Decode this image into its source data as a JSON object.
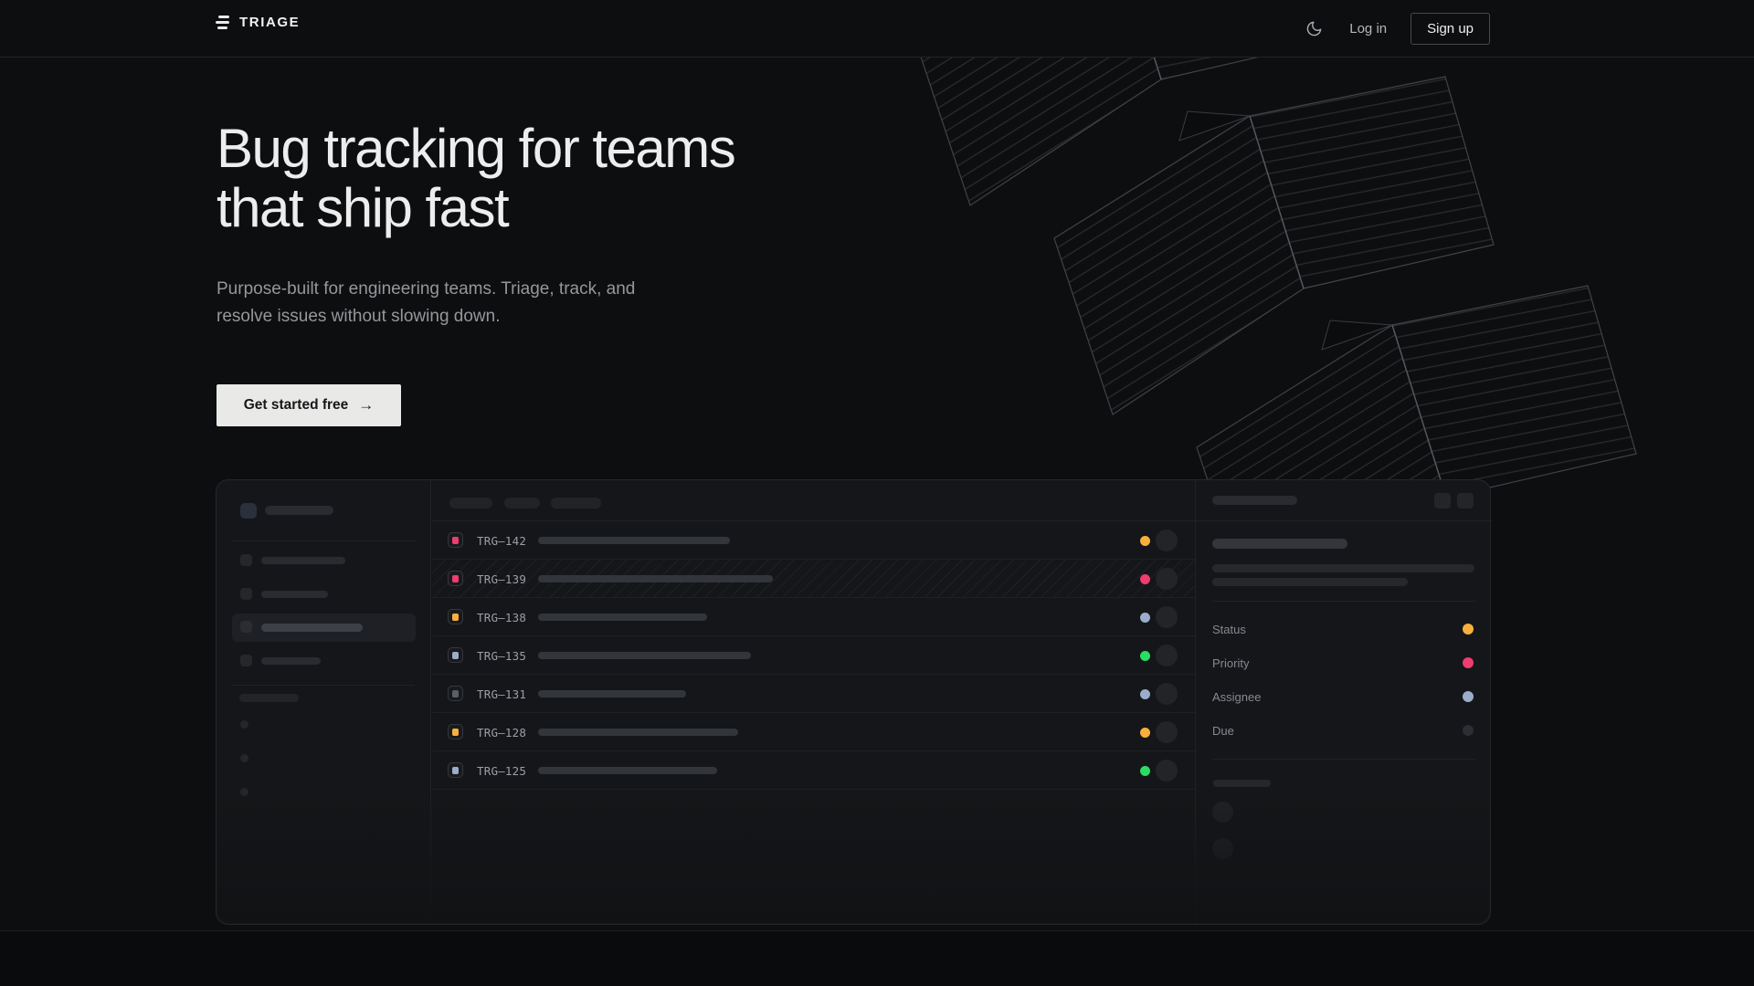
{
  "navbar": {
    "brand": "TRIAGE",
    "login_label": "Log in",
    "signup_label": "Sign up"
  },
  "hero": {
    "heading_line1": "Bug tracking for teams",
    "heading_line2": "that ship fast",
    "subtext_line1": "Purpose-built for engineering teams. Triage, track, and",
    "subtext_line2": "resolve issues without slowing down.",
    "cta_label": "Get started free",
    "cta_arrow": "→"
  },
  "mockup": {
    "issues": [
      {
        "id": "TRG–142",
        "icon_color": "#ee3d6e",
        "dot_color": "#f8b03c"
      },
      {
        "id": "TRG–139",
        "icon_color": "#ee3d6e",
        "dot_color": "#ee3d6e"
      },
      {
        "id": "TRG–138",
        "icon_color": "#f8b03c",
        "dot_color": "#9badcb"
      },
      {
        "id": "TRG–135",
        "icon_color": "#9badcb",
        "dot_color": "#29dd62"
      },
      {
        "id": "TRG–131",
        "icon_color": "#5c6066",
        "dot_color": "#9badcb"
      },
      {
        "id": "TRG–128",
        "icon_color": "#f8b03c",
        "dot_color": "#f8b03c"
      },
      {
        "id": "TRG–125",
        "icon_color": "#9badcb",
        "dot_color": "#29dd62"
      }
    ],
    "detail_fields": [
      {
        "label": "Status",
        "dot_color": "#f8b03c"
      },
      {
        "label": "Priority",
        "dot_color": "#ee3d6e"
      },
      {
        "label": "Assignee",
        "dot_color": "#9badcb"
      },
      {
        "label": "Due",
        "dot_color": "#2c2e33"
      }
    ]
  },
  "colors": {
    "page_bg": "#0d0e10",
    "card_bg": "#151619",
    "cta_bg": "#e9e9e7",
    "accent_pink": "#ee3d6e",
    "accent_amber": "#f8b03c",
    "accent_green": "#29dd62",
    "accent_slate": "#9badcb"
  }
}
